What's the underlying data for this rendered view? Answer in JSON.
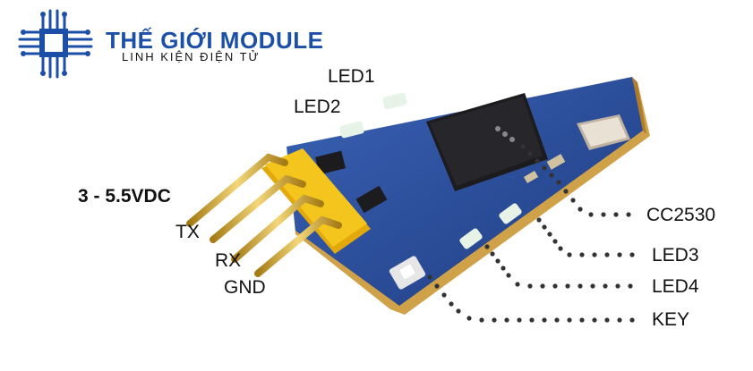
{
  "brand": {
    "title": "THẾ GIỚI MODULE",
    "subtitle": "LINH KIỆN ĐIỆN TỬ",
    "color": "#1b4fa8"
  },
  "labels": {
    "led1": "LED1",
    "led2": "LED2",
    "voltage": "3 - 5.5VDC",
    "tx": "TX",
    "rx": "RX",
    "gnd": "GND",
    "cc2530": "CC2530",
    "led3": "LED3",
    "led4": "LED4",
    "key": "KEY"
  },
  "colors": {
    "pcb": "#2c4e9a",
    "header": "#f2c318",
    "pins": "#d9b23a",
    "chip": "#1c1c1f"
  }
}
